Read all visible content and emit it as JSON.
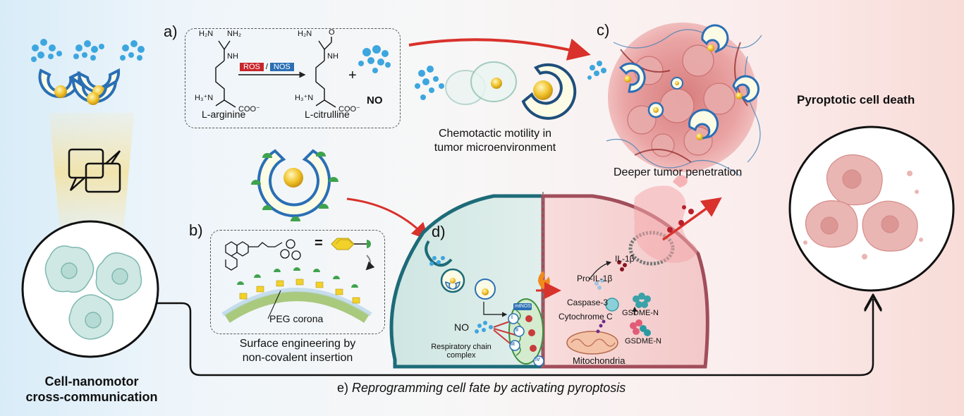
{
  "panel_labels": {
    "a": "a)",
    "b": "b)",
    "c": "c)",
    "d": "d)",
    "e": "e)"
  },
  "panel_a": {
    "reactant_label": "L-arginine",
    "product_label": "L-citrulline",
    "plus": "+",
    "no_label": "NO",
    "enzyme_ros": "ROS",
    "enzyme_sep": "/",
    "enzyme_nos": "NOS",
    "atoms": {
      "h2n": "H₂N",
      "nh2": "NH₂",
      "nh": "NH",
      "o": "O",
      "h3n": "H₃⁺N",
      "coo": "COO⁻"
    }
  },
  "panel_b": {
    "peg_corona": "PEG corona",
    "caption_line1": "Surface engineering by",
    "caption_line2": "non-covalent insertion",
    "equals": "="
  },
  "chemotaxis": {
    "line1": "Chemotactic motility in",
    "line2": "tumor microenvironment"
  },
  "panel_c": {
    "caption": "Deeper tumor penetration"
  },
  "pyroptosis": {
    "title": "Pyroptotic cell death"
  },
  "left_column": {
    "line1": "Cell-nanomotor",
    "line2": "cross-communication"
  },
  "panel_d": {
    "no_label": "NO",
    "resp_line1": "Respiratory chain",
    "resp_line2": "complex",
    "mtnos": "mtNOS",
    "complexes": [
      "I",
      "II",
      "III",
      "IV"
    ],
    "pro_il": "Pro-IL-1β",
    "il": "IL-1β",
    "caspase": "Caspase-3",
    "cytc": "Cytochrome C",
    "gsdme_n_top": "GSDME-N",
    "gsdme_n_bottom": "GSDME-N",
    "mitochondria": "Mitochondria"
  },
  "panel_e": {
    "caption": "Reprogramming cell fate by activating pyroptosis"
  },
  "colors": {
    "arrow_red": "#d9312b",
    "motor_blue": "#2a6fb5",
    "motor_fill": "#fbfbe6",
    "core_gold": "#e8b91c",
    "cell_teal": "#cfe8e4",
    "tumor_pink": "#e8a3a3"
  }
}
